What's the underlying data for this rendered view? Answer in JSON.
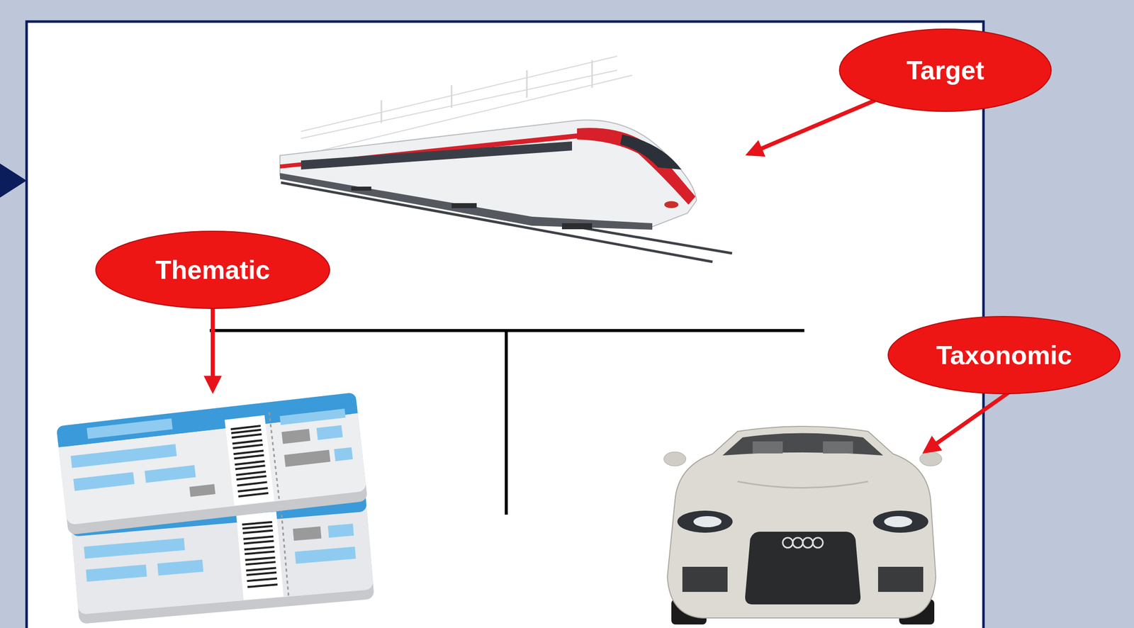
{
  "diagram": {
    "nodes": [
      {
        "text": [
          "Target"
        ]
      },
      {
        "text": [
          "Thematic"
        ]
      },
      {
        "text": [
          "Taxonomic"
        ]
      }
    ]
  }
}
